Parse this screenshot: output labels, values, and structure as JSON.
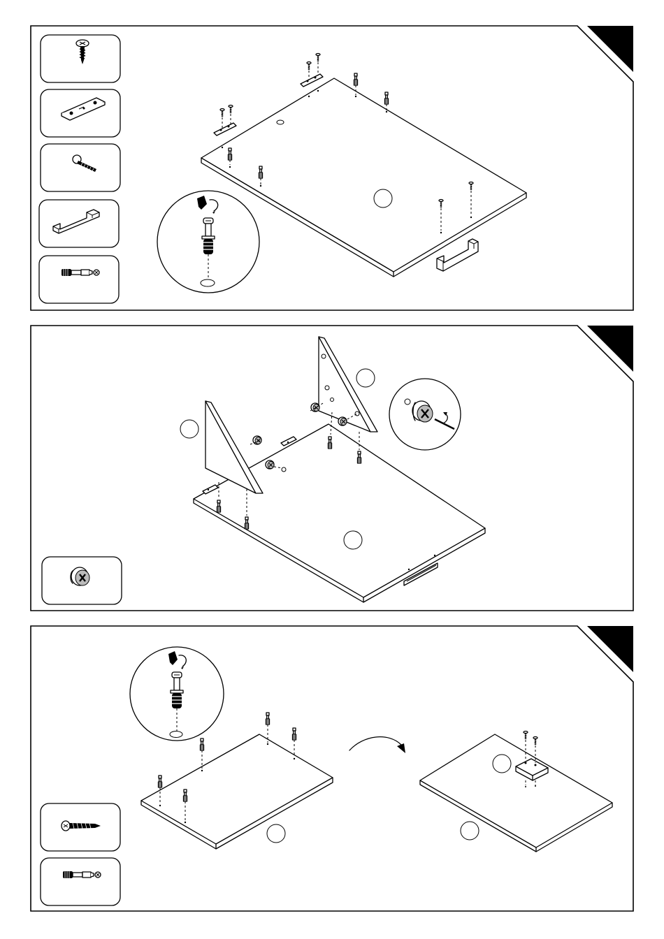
{
  "panels": [
    {
      "id": "step-1",
      "step_number": "",
      "parts": [
        "wood-screw-icon",
        "metal-plate-icon",
        "machine-bolt-icon",
        "handle-icon",
        "cam-bolt-icon"
      ]
    },
    {
      "id": "step-2",
      "step_number": "",
      "parts": [
        "cam-lock-icon"
      ]
    },
    {
      "id": "step-3",
      "step_number": "",
      "parts": [
        "long-screw-icon",
        "cam-bolt-icon"
      ]
    }
  ],
  "colors": {
    "ink": "#000000",
    "paper": "#ffffff"
  }
}
